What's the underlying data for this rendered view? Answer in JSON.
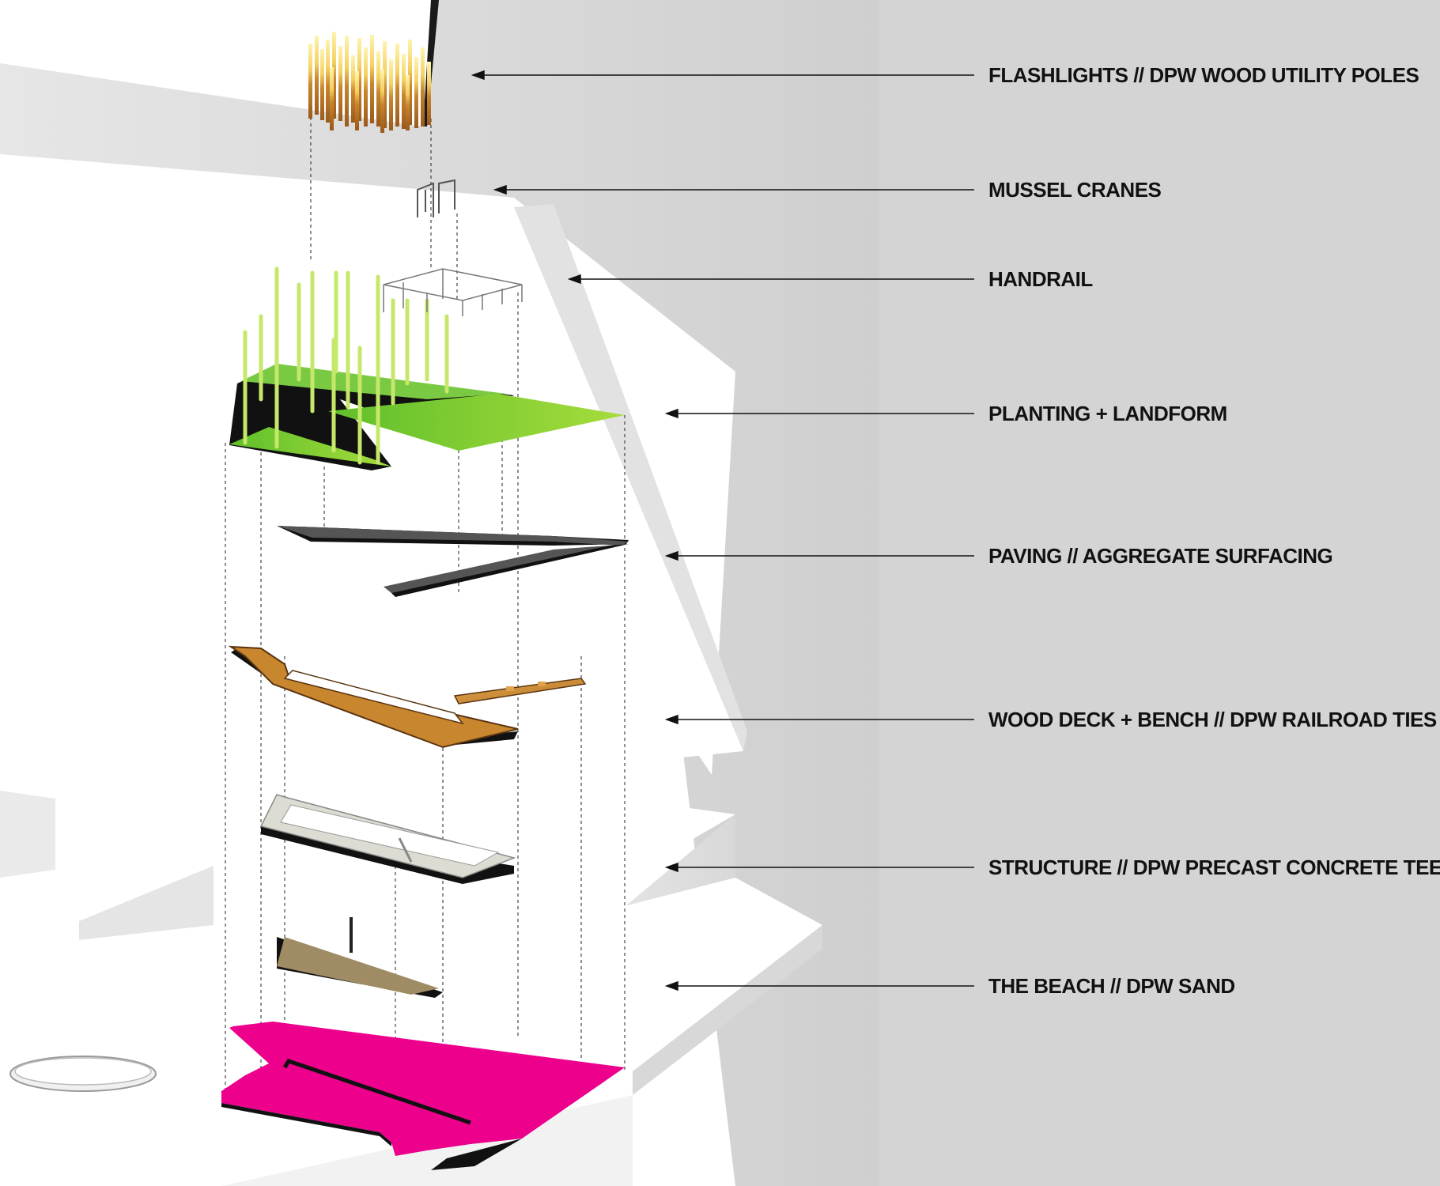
{
  "layers": [
    {
      "id": "flashlights",
      "label": "FLASHLIGHTS // DPW WOOD UTILITY POLES",
      "color": "#c8862f"
    },
    {
      "id": "mussel-cranes",
      "label": "MUSSEL CRANES",
      "color": "#555555"
    },
    {
      "id": "handrail",
      "label": "HANDRAIL",
      "color": "#777777"
    },
    {
      "id": "planting",
      "label": "PLANTING + LANDFORM",
      "color": "#7ac943"
    },
    {
      "id": "paving",
      "label": "PAVING // AGGREGATE SURFACING",
      "color": "#555555"
    },
    {
      "id": "wood-deck",
      "label": "WOOD DECK + BENCH // DPW RAILROAD TIES",
      "color": "#c8862f"
    },
    {
      "id": "structure",
      "label": "STRUCTURE // DPW PRECAST CONCRETE TEES",
      "color": "#dcdcd2"
    },
    {
      "id": "beach",
      "label": "THE BEACH // DPW SAND",
      "color": "#a08c64"
    }
  ],
  "base_color": "#ec008c",
  "backdrop_color": "#d4d4d4"
}
